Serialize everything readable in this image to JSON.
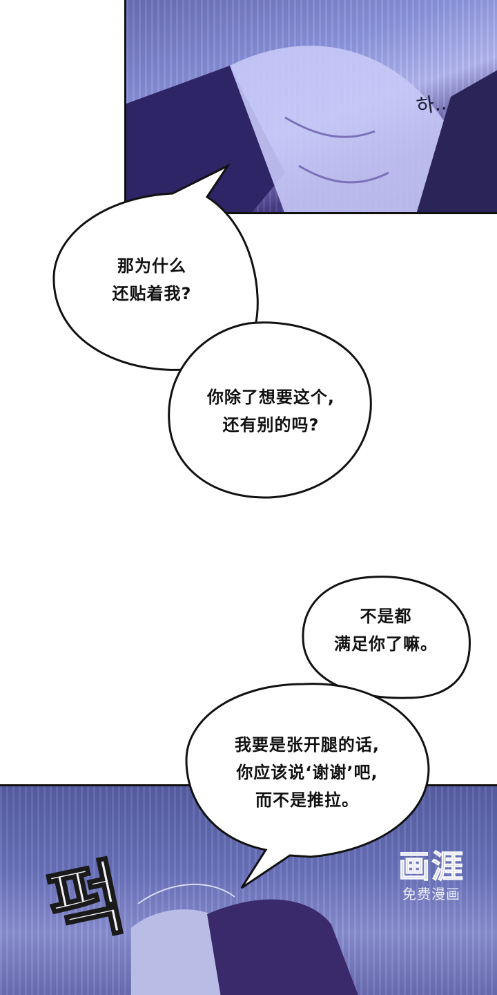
{
  "sfx": {
    "top": "하..",
    "bottom": "퍽"
  },
  "bubbles": {
    "b1": {
      "line1": "那为什么",
      "line2": "还贴着我?"
    },
    "b2": {
      "line1": "你除了想要这个,",
      "line2": "还有别的吗?"
    },
    "b3": {
      "line1": "不是都",
      "line2": "满足你了嘛。"
    },
    "b4": {
      "line1": "我要是张开腿的话,",
      "line2": "你应该说‘谢谢’吧,",
      "line3": "而不是推拉。"
    }
  },
  "watermark": {
    "logo": "画涯",
    "sub": "免费漫画"
  },
  "colors": {
    "panel_purple": "#6b6fb8",
    "panel_dark": "#2c2460",
    "bubble_fill": "#ffffff",
    "bubble_stroke": "#111111"
  }
}
